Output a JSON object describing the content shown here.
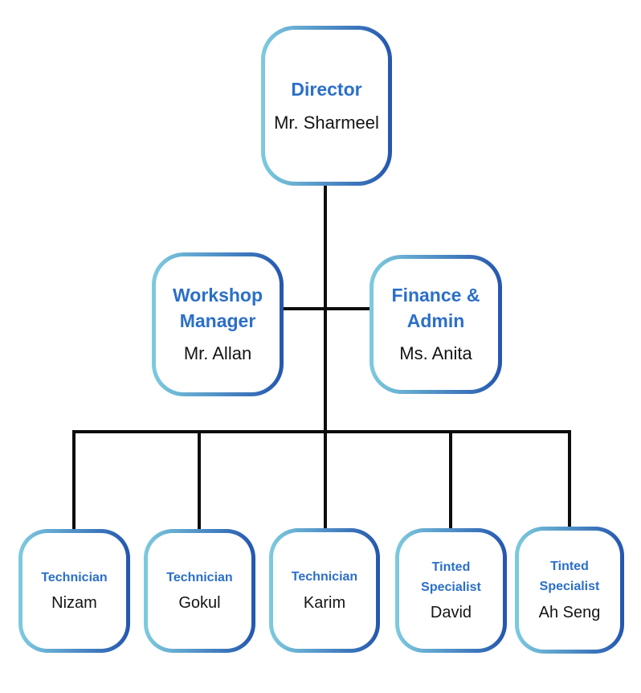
{
  "colors": {
    "role_title_blue": "#2b6fc8",
    "person_name_black": "#141414",
    "border_gradient_start": "#7ecbdf",
    "border_gradient_end": "#2456ae",
    "connector_line": "#0d0d0d",
    "background": "#ffffff"
  },
  "org_chart": {
    "director": {
      "role": "Director",
      "person": "Mr. Sharmeel"
    },
    "middle": {
      "workshop_manager": {
        "role": "Workshop Manager",
        "person": "Mr. Allan"
      },
      "finance_admin": {
        "role": "Finance & Admin",
        "person": "Ms. Anita"
      }
    },
    "staff": {
      "technician_1": {
        "role": "Technician",
        "person": "Nizam"
      },
      "technician_2": {
        "role": "Technician",
        "person": "Gokul"
      },
      "technician_3": {
        "role": "Technician",
        "person": "Karim"
      },
      "tinted_specialist_1": {
        "role": "Tinted Specialist",
        "person": "David"
      },
      "tinted_specialist_2": {
        "role": "Tinted Specialist",
        "person": "Ah Seng"
      }
    }
  }
}
